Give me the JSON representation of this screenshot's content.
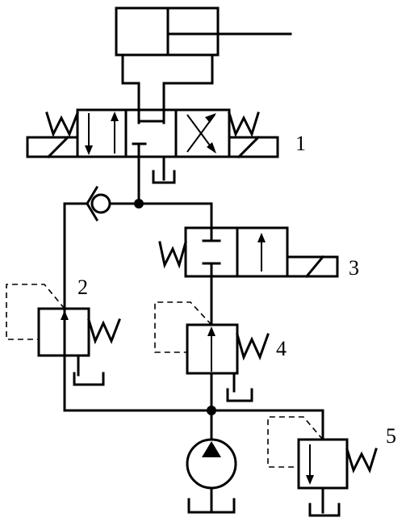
{
  "diagram": {
    "labels": {
      "directional_valve": "1",
      "relief_valve_left": "2",
      "sequence_valve_solenoid": "3",
      "pressure_valve_middle": "4",
      "relief_valve_right": "5"
    },
    "components": [
      "hydraulic-cylinder",
      "three-position-directional-valve",
      "check-valve",
      "two-position-solenoid-valve",
      "pressure-valve",
      "pump",
      "tank"
    ]
  }
}
